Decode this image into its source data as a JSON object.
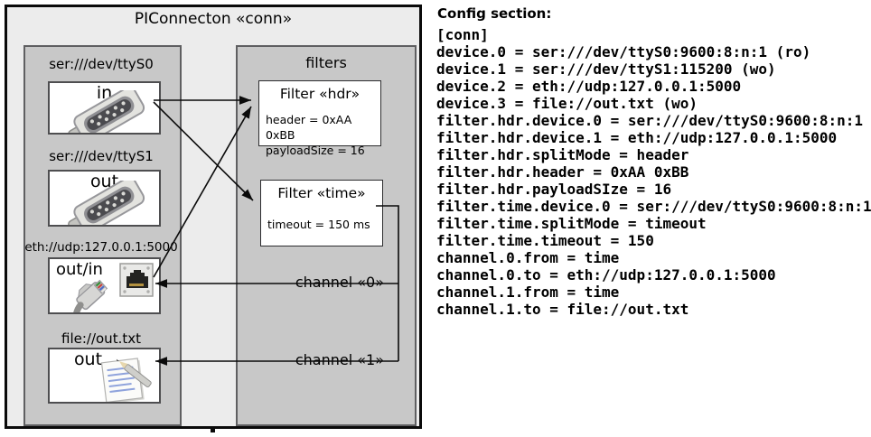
{
  "colors": {
    "frame_fill": "#ececec",
    "panel_fill": "#c8c8c8",
    "box_fill": "#ffffff",
    "line_color": "#0a0a0a"
  },
  "window": {
    "title": "PIConnecton «conn»"
  },
  "diagram": {
    "devices_panel": {
      "devices": [
        {
          "label": "ser:///dev/ttyS0",
          "port": "in",
          "icon": "db9-serial-connector-icon"
        },
        {
          "label": "ser:///dev/ttyS1",
          "port": "out",
          "icon": "db9-serial-connector-icon"
        },
        {
          "label": "eth://udp:127.0.0.1:5000",
          "port": "out/in",
          "icon": "rj45-ethernet-icon"
        },
        {
          "label": "file://out.txt",
          "port": "out",
          "icon": "notepad-pencil-icon"
        }
      ]
    },
    "filters_panel": {
      "title": "filters",
      "filters": [
        {
          "title": "Filter «hdr»",
          "props": [
            "header = 0xAA 0xBB",
            "payloadSize = 16"
          ]
        },
        {
          "title": "Filter «time»",
          "props": [
            "timeout = 150 ms"
          ]
        }
      ],
      "channels": [
        {
          "label": "channel «0»"
        },
        {
          "label": "channel «1»"
        }
      ]
    }
  },
  "config": {
    "heading": "Config section:",
    "lines": [
      "[conn]",
      "device.0 = ser:///dev/ttyS0:9600:8:n:1 (ro)",
      "device.1 = ser:///dev/ttyS1:115200 (wo)",
      "device.2 = eth://udp:127.0.0.1:5000",
      "device.3 = file://out.txt (wo)",
      "filter.hdr.device.0 = ser:///dev/ttyS0:9600:8:n:1",
      "filter.hdr.device.1 = eth://udp:127.0.0.1:5000",
      "filter.hdr.splitMode = header",
      "filter.hdr.header = 0xAA 0xBB",
      "filter.hdr.payloadSIze = 16",
      "filter.time.device.0 = ser:///dev/ttyS0:9600:8:n:1",
      "filter.time.splitMode = timeout",
      "filter.time.timeout = 150",
      "channel.0.from = time",
      "channel.0.to = eth://udp:127.0.0.1:5000",
      "channel.1.from = time",
      "channel.1.to = file://out.txt"
    ]
  }
}
